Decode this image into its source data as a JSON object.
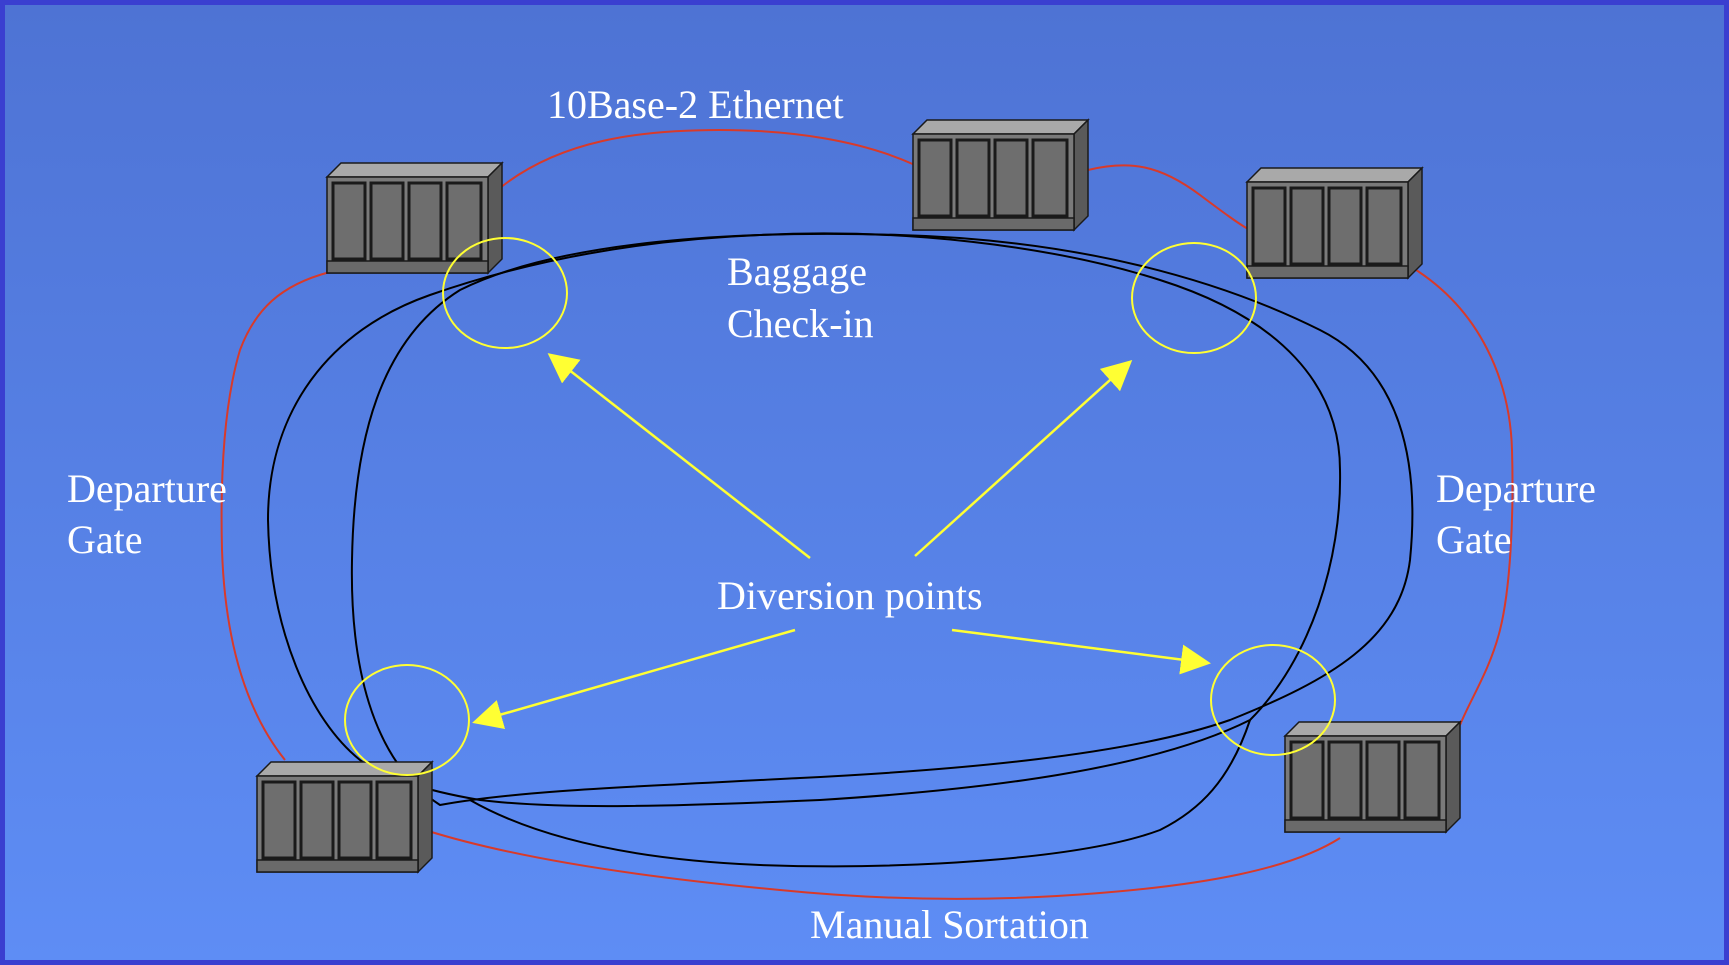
{
  "colors": {
    "frame": "#3a3fd0",
    "background_top": "#4e73d4",
    "background_bottom": "#5e8df5",
    "ethernet_line": "#d83a2a",
    "conveyor_line": "#000000",
    "diversion": "#ffff33",
    "label": "#ffffff",
    "server_body": "#707070"
  },
  "labels": {
    "ethernet": "10Base-2 Ethernet",
    "checkin_line1": "Baggage",
    "checkin_line2": "Check-in",
    "departure_left_line1": "Departure",
    "departure_left_line2": "Gate",
    "departure_right_line1": "Departure",
    "departure_right_line2": "Gate",
    "diversion": "Diversion points",
    "sortation": "Manual Sortation"
  },
  "icons": {
    "node": "server-rack-icon"
  }
}
